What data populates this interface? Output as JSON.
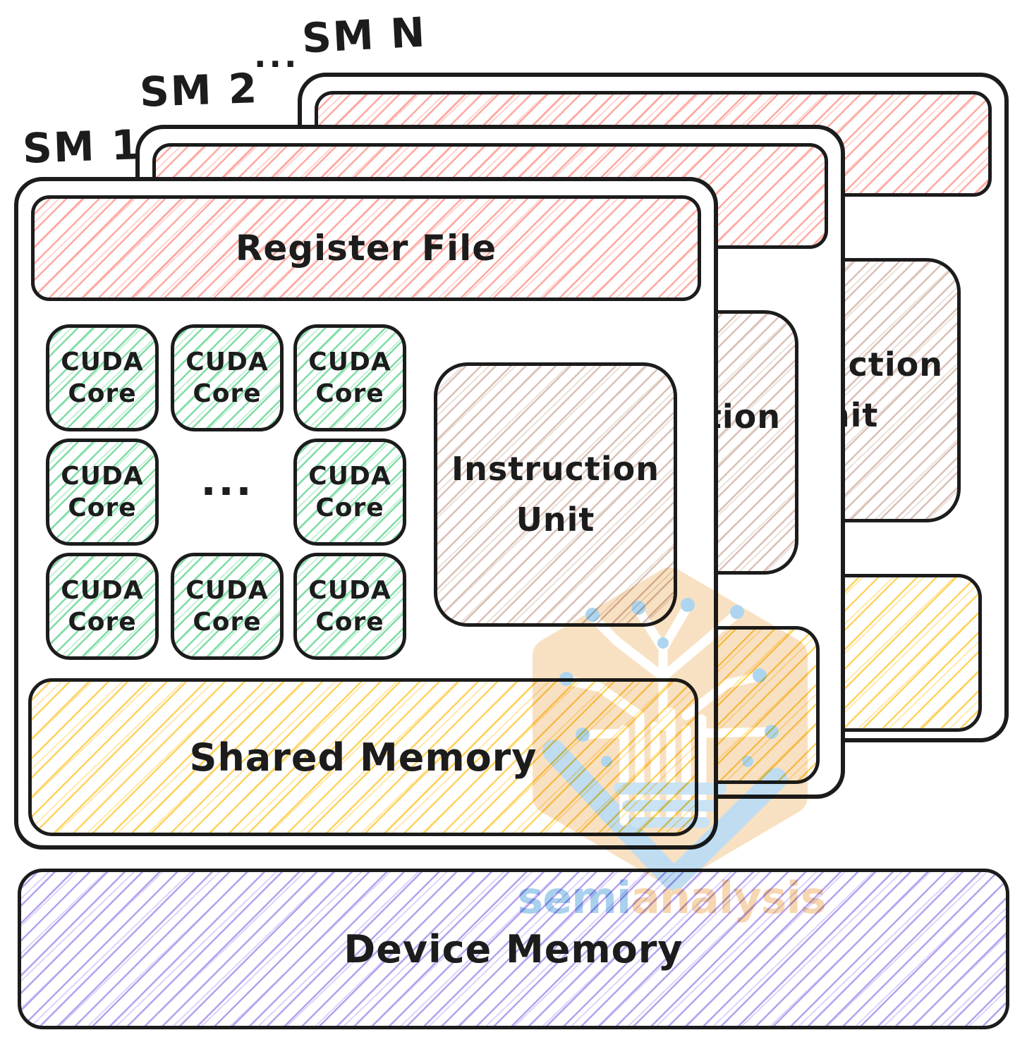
{
  "title_labels": {
    "sm1": "SM 1",
    "sm2": "SM 2",
    "smn": "SM N",
    "ellipsis": "..."
  },
  "panel": {
    "register_file": "Register File",
    "cuda_core": {
      "line1": "CUDA",
      "line2": "Core"
    },
    "cores_ellipsis": "...",
    "instruction_unit": {
      "line1": "Instruction",
      "line2": "Unit"
    },
    "shared_memory": "Shared Memory"
  },
  "device_memory": {
    "label": "Device Memory"
  },
  "watermark": {
    "part1": "semi",
    "part2": "analysis"
  },
  "colors": {
    "outline": "#1c1c1c",
    "register_file_hatch": "#ffa9a1",
    "cuda_core_hatch": "#7fdca6",
    "instruction_unit_hatch": "#d9c1b6",
    "shared_memory_hatch": "#ffd35e",
    "device_memory_hatch": "#b5a1ef",
    "watermark_hexagon": "#f8e1c2",
    "watermark_blue": "#aed5ef",
    "watermark_text_semi": "#a9d1ed",
    "watermark_text_analysis": "#f7d7b1"
  }
}
